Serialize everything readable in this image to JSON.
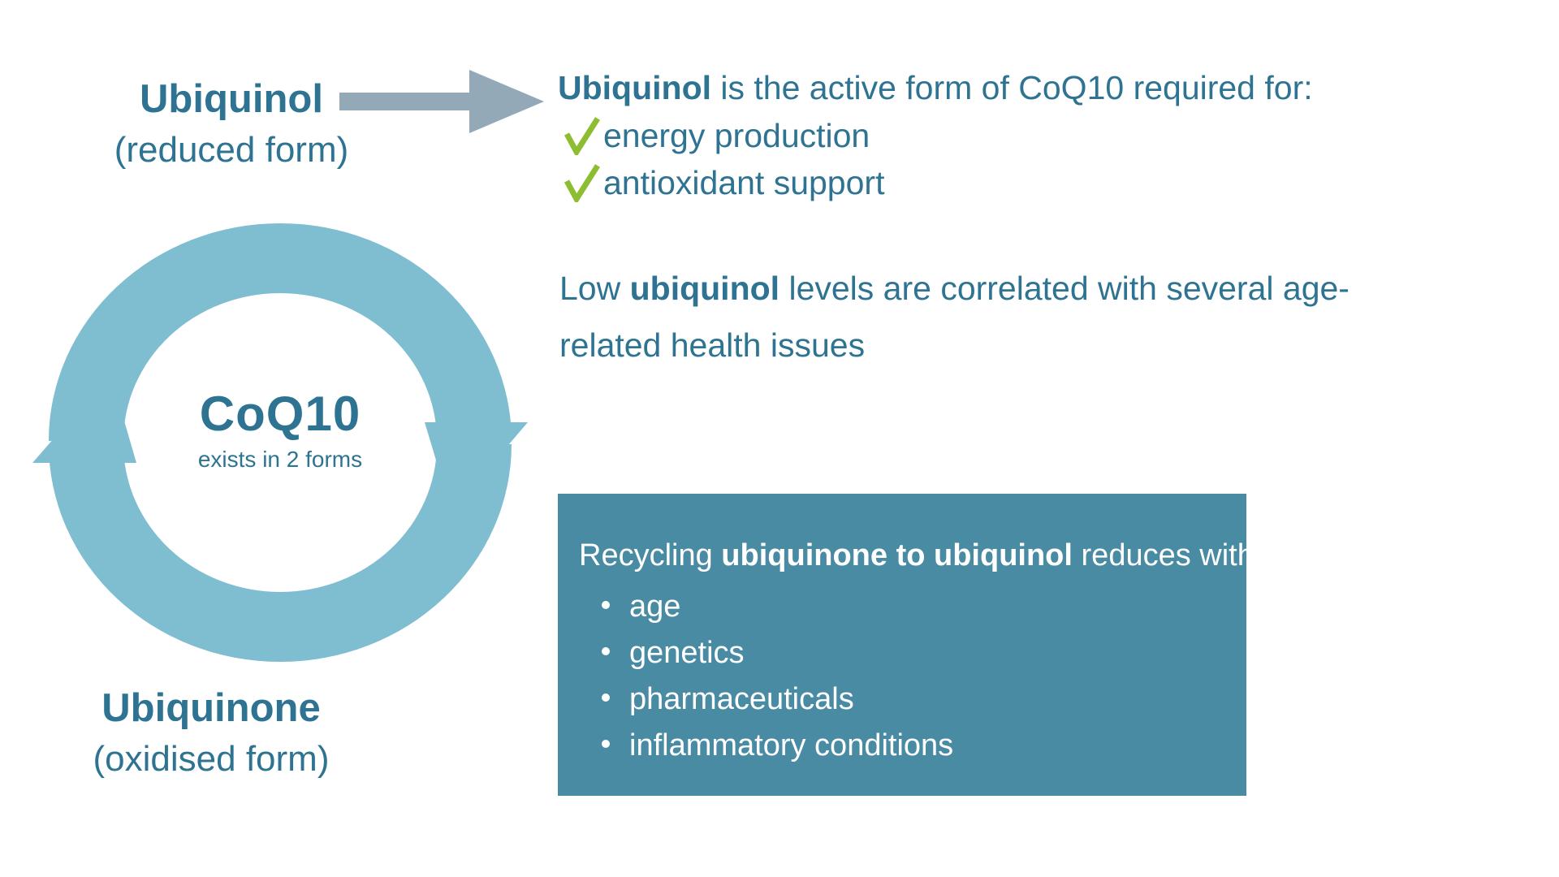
{
  "colors": {
    "teal_text": "#2E7492",
    "light_blue_ring": "#7FBDD0",
    "box_background": "#4A8BA4",
    "gray_arrow": "#94A9B8",
    "check_green": "#8DBE32",
    "white": "#FFFFFF",
    "page_background": "#FFFFFF"
  },
  "left": {
    "top_label": {
      "title": "Ubiquinol",
      "subtitle": "(reduced form)"
    },
    "bottom_label": {
      "title": "Ubiquinone",
      "subtitle": "(oxidised form)"
    },
    "cycle": {
      "center_title": "CoQ10",
      "center_subtitle": "exists in 2 forms",
      "icon_name": "circular-recycling-arrows"
    }
  },
  "connector": {
    "icon_name": "right-arrow"
  },
  "right": {
    "intro": {
      "bold_lead": "Ubiquinol",
      "rest": " is the active form of CoQ10 required for:"
    },
    "benefits": [
      {
        "icon": "check-icon",
        "label": "energy production"
      },
      {
        "icon": "check-icon",
        "label": "antioxidant support"
      }
    ],
    "correlation": {
      "part1": "Low ",
      "bold": "ubiquinol",
      "part2": " levels are correlated with several age-related health issues"
    },
    "recycling_box": {
      "heading_part1": "Recycling ",
      "heading_bold": "ubiquinone to ubiquinol",
      "heading_part2": " reduces with:",
      "items": [
        "age",
        "genetics",
        "pharmaceuticals",
        "inflammatory conditions"
      ]
    }
  }
}
